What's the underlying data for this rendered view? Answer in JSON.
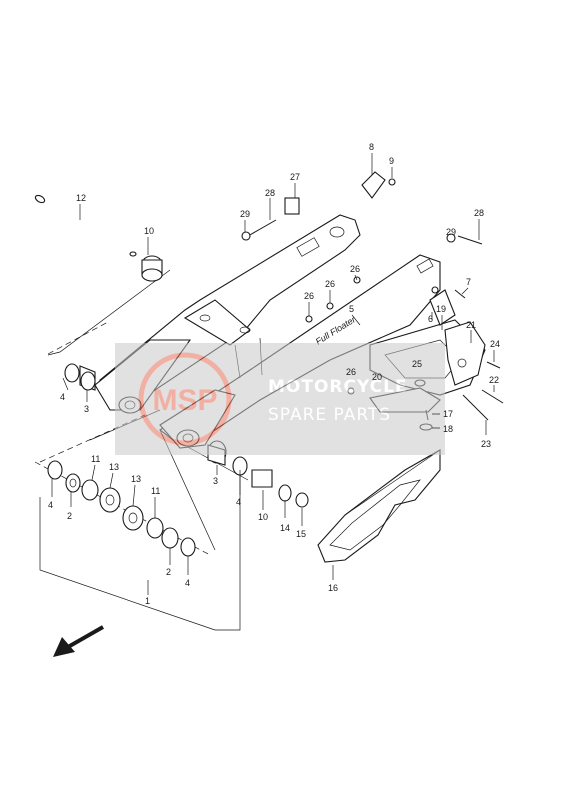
{
  "watermark": {
    "logo_text": "MSP",
    "line1": "MOTORCYCLE",
    "line2": "SPARE PARTS",
    "color": "#e8705a",
    "band_color": "#c9c9c9"
  },
  "swingarm_decal": "Full Floater",
  "callouts": [
    {
      "id": "c1",
      "text": "1"
    },
    {
      "id": "c2a",
      "text": "2"
    },
    {
      "id": "c2b",
      "text": "2"
    },
    {
      "id": "c3a",
      "text": "3"
    },
    {
      "id": "c3b",
      "text": "3"
    },
    {
      "id": "c4a",
      "text": "4"
    },
    {
      "id": "c4b",
      "text": "4"
    },
    {
      "id": "c4c",
      "text": "4"
    },
    {
      "id": "c4d",
      "text": "4"
    },
    {
      "id": "c5",
      "text": "5"
    },
    {
      "id": "c6",
      "text": "6"
    },
    {
      "id": "c7",
      "text": "7"
    },
    {
      "id": "c8",
      "text": "8"
    },
    {
      "id": "c9",
      "text": "9"
    },
    {
      "id": "c10a",
      "text": "10"
    },
    {
      "id": "c10b",
      "text": "10"
    },
    {
      "id": "c11a",
      "text": "11"
    },
    {
      "id": "c11b",
      "text": "11"
    },
    {
      "id": "c12",
      "text": "12"
    },
    {
      "id": "c13a",
      "text": "13"
    },
    {
      "id": "c13b",
      "text": "13"
    },
    {
      "id": "c14",
      "text": "14"
    },
    {
      "id": "c15",
      "text": "15"
    },
    {
      "id": "c16",
      "text": "16"
    },
    {
      "id": "c17",
      "text": "17"
    },
    {
      "id": "c18",
      "text": "18"
    },
    {
      "id": "c19",
      "text": "19"
    },
    {
      "id": "c20",
      "text": "20"
    },
    {
      "id": "c21",
      "text": "21"
    },
    {
      "id": "c22",
      "text": "22"
    },
    {
      "id": "c23",
      "text": "23"
    },
    {
      "id": "c24",
      "text": "24"
    },
    {
      "id": "c25",
      "text": "25"
    },
    {
      "id": "c26a",
      "text": "26"
    },
    {
      "id": "c26b",
      "text": "26"
    },
    {
      "id": "c26c",
      "text": "26"
    },
    {
      "id": "c26d",
      "text": "26"
    },
    {
      "id": "c27",
      "text": "27"
    },
    {
      "id": "c28a",
      "text": "28"
    },
    {
      "id": "c28b",
      "text": "28"
    },
    {
      "id": "c29a",
      "text": "29"
    },
    {
      "id": "c29b",
      "text": "29"
    }
  ]
}
